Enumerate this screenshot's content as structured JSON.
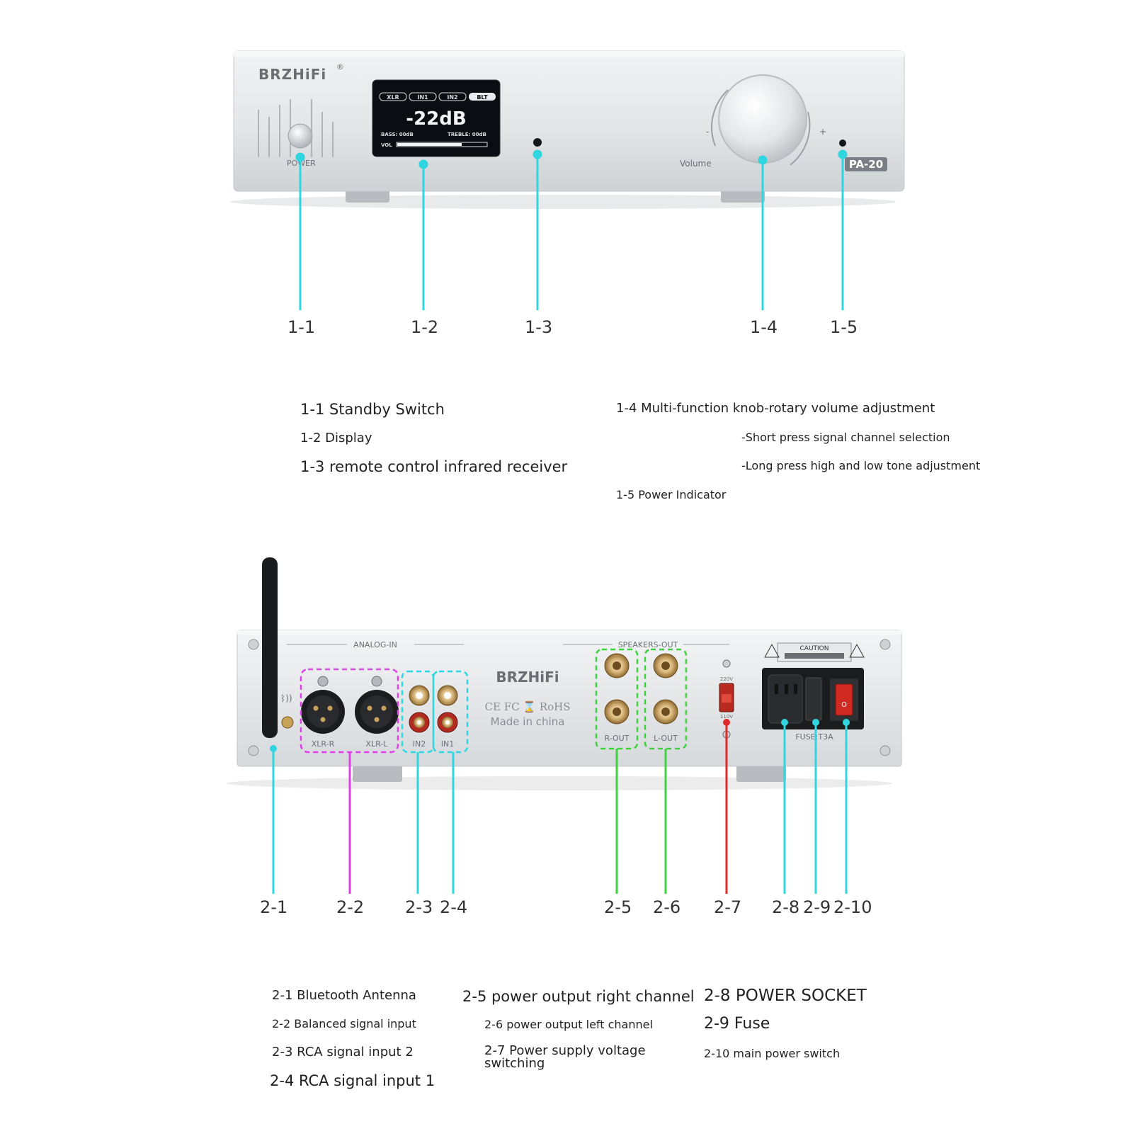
{
  "front_panel": {
    "brand": "BRZHiFi",
    "registered_mark": "®",
    "power_label": "POWER",
    "volume_label": "Volume",
    "volume_minus": "-",
    "volume_plus": "+",
    "model_badge": "PA-20",
    "display": {
      "inputs": [
        "XLR",
        "IN1",
        "IN2",
        "BLT"
      ],
      "selected_input": "BLT",
      "volume_readout": "-22dB",
      "bass": "BASS: 00dB",
      "treble": "TREBLE: 00dB",
      "vol_label": "VOL",
      "vol_level": 0.72
    }
  },
  "rear_panel": {
    "analog_in_label": "ANALOG-IN",
    "speakers_out_label": "SPEAKERS-OUT",
    "brand": "BRZHiFi",
    "cert_marks": "CE FC ⌛ RoHS",
    "made_in": "Made in china",
    "xlr_r": "XLR-R",
    "xlr_l": "XLR-L",
    "in2": "IN2",
    "in1": "IN1",
    "r_out": "R-OUT",
    "l_out": "L-OUT",
    "v220": "220V",
    "v110": "110V",
    "caution": "CAUTION",
    "fuse_label": "FUSE:T3A"
  },
  "callouts_front": [
    "1-1",
    "1-2",
    "1-3",
    "1-4",
    "1-5"
  ],
  "callouts_rear": [
    "2-1",
    "2-2",
    "2-3",
    "2-4",
    "2-5",
    "2-6",
    "2-7",
    "2-8",
    "2-9",
    "2-10"
  ],
  "legend_front": {
    "i1_1": "1-1 Standby Switch",
    "i1_2": "1-2 Display",
    "i1_3": "1-3 remote control infrared receiver",
    "i1_4": "1-4 Multi-function knob-rotary volume adjustment",
    "i1_4a": "-Short press signal channel selection",
    "i1_4b": "-Long press high and low tone adjustment",
    "i1_5": "1-5 Power Indicator"
  },
  "legend_rear": {
    "i2_1": "2-1 Bluetooth Antenna",
    "i2_2": "2-2 Balanced signal input",
    "i2_3": "2-3 RCA signal input 2",
    "i2_4": "2-4 RCA signal input 1",
    "i2_5": "2-5 power output right channel",
    "i2_6": "2-6 power output left channel",
    "i2_7a": "2-7 Power supply voltage",
    "i2_7b": "switching",
    "i2_8": "2-8 POWER SOCKET",
    "i2_9": "2-9 Fuse",
    "i2_10": "2-10 main power switch"
  },
  "colors": {
    "cyan_leader": "#2fd6e0",
    "magenta_leader": "#e040e8",
    "green_leader": "#3fd13f",
    "red_leader": "#e02a2a",
    "chassis": "#e4e6e8",
    "display_bg": "#0a0d12"
  }
}
